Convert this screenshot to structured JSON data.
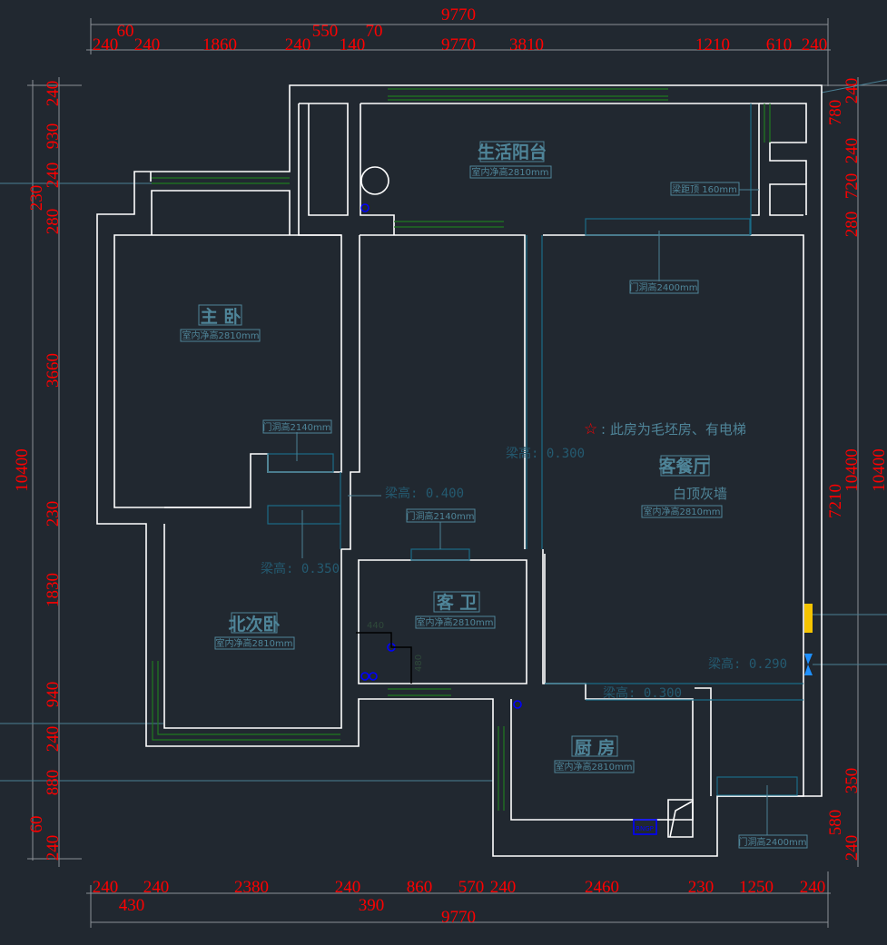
{
  "dims": {
    "top_total": "9770",
    "top_inner": [
      "240",
      "60",
      "240",
      "1860",
      "240",
      "550",
      "140",
      "70",
      "9770",
      "3810",
      "1210",
      "610",
      "240"
    ],
    "bottom_total": "9770",
    "bottom_inner": [
      "240",
      "430",
      "240",
      "2380",
      "240",
      "390",
      "860",
      "570",
      "240",
      "2460",
      "230",
      "1250",
      "240"
    ],
    "left_total": "10400",
    "left_inner": [
      "240",
      "930",
      "240",
      "230",
      "280",
      "3660",
      "230",
      "1830",
      "940",
      "240",
      "880",
      "60",
      "240"
    ],
    "right_total": "10400",
    "right_inner": [
      "240",
      "780",
      "240",
      "720",
      "280",
      "10400",
      "7210",
      "350",
      "580",
      "240"
    ]
  },
  "rooms": {
    "balcony": {
      "name": "生活阳台",
      "height": "室内净高2810mm"
    },
    "master_bedroom": {
      "name": "主 卧",
      "height": "室内净高2810mm"
    },
    "living_dining": {
      "name": "客餐厅",
      "height": "室内净高2810mm",
      "finish": "白顶灰墙"
    },
    "north_bedroom": {
      "name": "北次卧",
      "height": "室内净高2810mm"
    },
    "guest_bath": {
      "name": "客 卫",
      "height": "室内净高2810mm"
    },
    "kitchen": {
      "name": "厨 房",
      "height": "室内净高2810mm"
    }
  },
  "annotations": {
    "beam_to_top": "梁距顶 160mm",
    "door_living_top": "门洞高2400mm",
    "door_master": "门洞高2140mm",
    "door_bath": "门洞高2140mm",
    "door_kitchen_right": "门洞高2400mm",
    "beam_0300_a": "梁高: 0.300",
    "beam_0400": "梁高: 0.400",
    "beam_0350": "梁高: 0.350",
    "beam_0290": "梁高: 0.290",
    "beam_0300_b": "梁高: 0.300",
    "bath_dim_h": "440",
    "bath_dim_v": "480",
    "note_star": "☆",
    "note_text": ": 此房为毛坯房、有电梯",
    "gas_label": "RNGP"
  },
  "colors": {
    "background": "#212830",
    "dimension": "#ff0000",
    "wall": "#ffffff",
    "annotation": "#4f8599",
    "window": "#1f7a1f"
  }
}
